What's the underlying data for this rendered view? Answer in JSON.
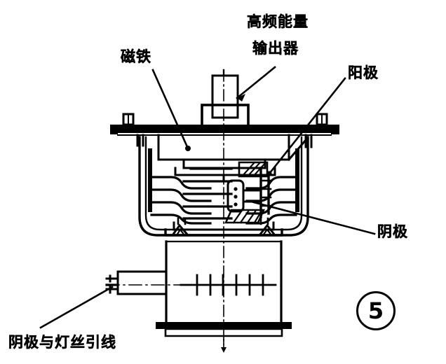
{
  "figure": {
    "kind": "technical-cutaway-diagram",
    "subject": "magnetron cross-section",
    "number_label": "5",
    "ink_color": "#000000",
    "background_color": "#ffffff"
  },
  "labels": {
    "hf_energy": "高频能量",
    "output_device": "输出器",
    "magnet": "磁铁",
    "anode": "阳极",
    "cathode": "阴极",
    "cathode_filament_lead": "阴极与灯丝引线"
  },
  "callouts": [
    {
      "name": "hf-energy-output",
      "text_line1": "高频能量",
      "text_line2": "输出器",
      "points_to": "output-antenna"
    },
    {
      "name": "magnet",
      "text": "磁铁",
      "points_to": "magnet-pole-piece"
    },
    {
      "name": "anode",
      "text": "阳极",
      "points_to": "anode-vane-block"
    },
    {
      "name": "cathode",
      "text": "阴极",
      "points_to": "cathode-assembly"
    },
    {
      "name": "cathode-filament-lead",
      "text": "阴极与灯丝引线",
      "points_to": "filament-terminal-box"
    }
  ],
  "parts": [
    {
      "name": "output-antenna",
      "description": "vertical antenna stack at top"
    },
    {
      "name": "mounting-flange",
      "description": "horizontal mounting plate with end posts"
    },
    {
      "name": "magnet-housing",
      "description": "rounded rectangular yoke enclosing fins"
    },
    {
      "name": "cooling-fins",
      "description": "stacked wavy cooling fins both sides"
    },
    {
      "name": "anode-vane-block",
      "description": "hatched anode vanes near center-right"
    },
    {
      "name": "cathode-assembly",
      "description": "central cathode with emitter capsule"
    },
    {
      "name": "lower-cylinder",
      "description": "lower cylindrical body with filament coil"
    },
    {
      "name": "filament-coil",
      "description": "comb-style filament winding symbol on center line"
    },
    {
      "name": "filament-terminal-box",
      "description": "lead-out terminal box on lower left"
    },
    {
      "name": "base-flange",
      "description": "bottom flange plate"
    },
    {
      "name": "center-line",
      "description": "vertical dash-dot axis of symmetry"
    }
  ]
}
